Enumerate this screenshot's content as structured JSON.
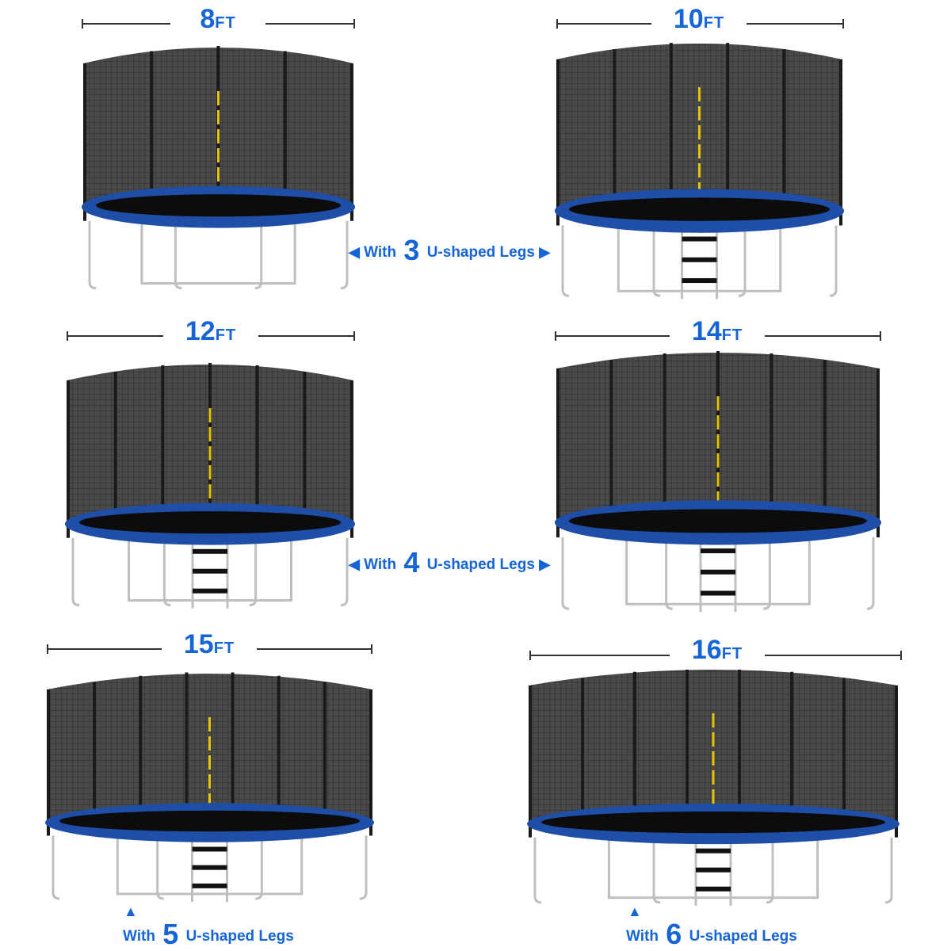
{
  "colors": {
    "accent": "#1565d8",
    "pad": "#1f4ea8",
    "net": "#2a2a2a",
    "frame": "#bfbfbf",
    "zip": "#e5c400"
  },
  "trampolines": [
    {
      "size": "8",
      "unit": "FT",
      "icon": "trampoline-icon",
      "poles": 5,
      "ladder": false
    },
    {
      "size": "10",
      "unit": "FT",
      "icon": "trampoline-icon",
      "poles": 6,
      "ladder": true
    },
    {
      "size": "12",
      "unit": "FT",
      "icon": "trampoline-icon",
      "poles": 7,
      "ladder": true
    },
    {
      "size": "14",
      "unit": "FT",
      "icon": "trampoline-icon",
      "poles": 7,
      "ladder": true
    },
    {
      "size": "15",
      "unit": "FT",
      "icon": "trampoline-icon",
      "poles": 8,
      "ladder": true
    },
    {
      "size": "16",
      "unit": "FT",
      "icon": "trampoline-icon",
      "poles": 8,
      "ladder": true
    }
  ],
  "leg_notes": [
    {
      "prefix": "With",
      "count": "3",
      "suffix": "U-shaped Legs"
    },
    {
      "prefix": "With",
      "count": "4",
      "suffix": "U-shaped Legs"
    },
    {
      "prefix": "With",
      "count": "5",
      "suffix": "U-shaped Legs"
    },
    {
      "prefix": "With",
      "count": "6",
      "suffix": "U-shaped Legs"
    }
  ]
}
